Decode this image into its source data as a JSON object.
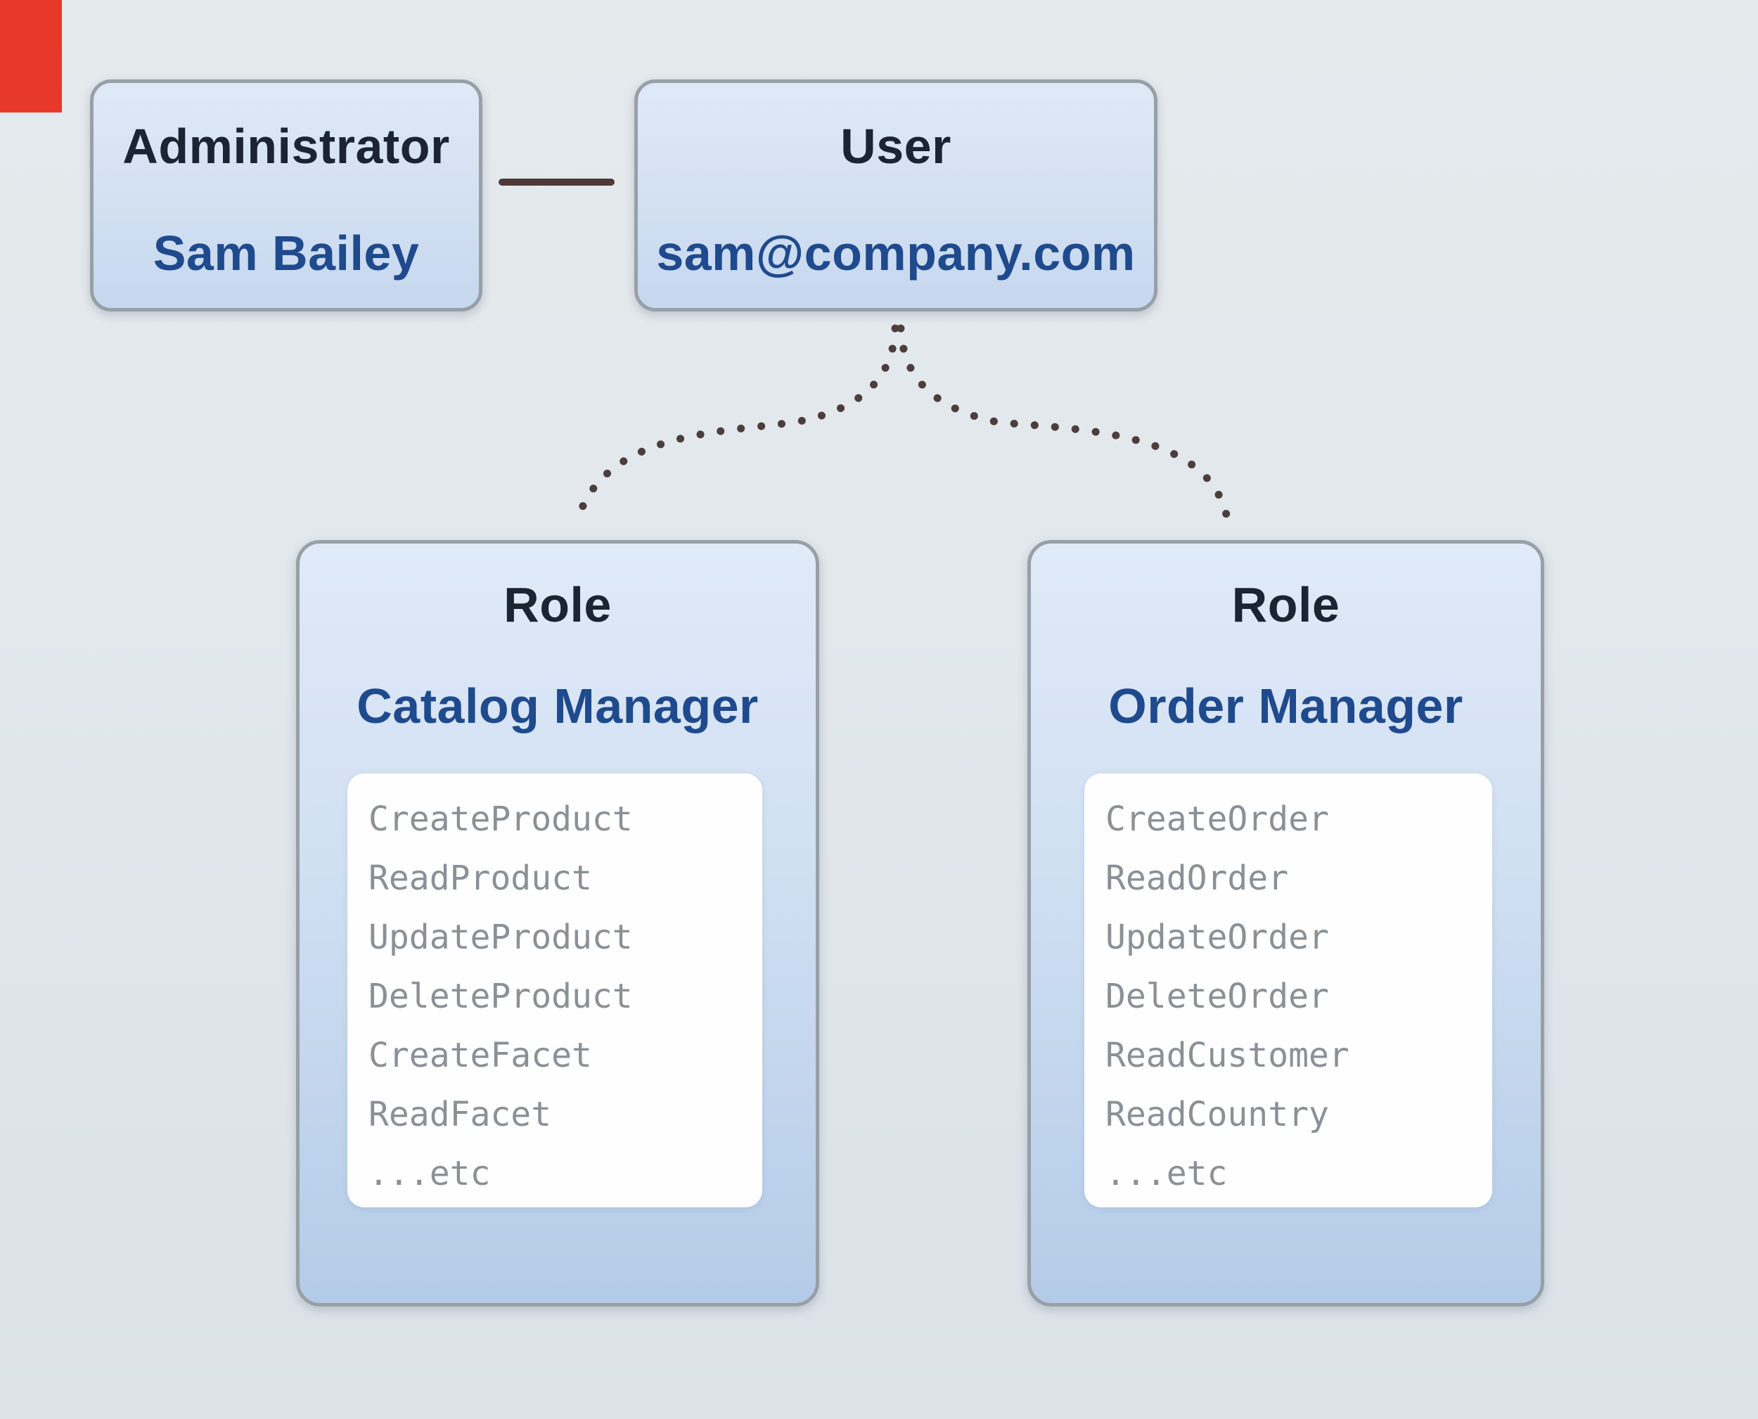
{
  "diagram": {
    "administrator": {
      "title": "Administrator",
      "subtitle": "Sam Bailey"
    },
    "user": {
      "title": "User",
      "subtitle": "sam@company.com"
    },
    "roles": [
      {
        "title": "Role",
        "subtitle": "Catalog Manager",
        "permissions": [
          "CreateProduct",
          "ReadProduct",
          "UpdateProduct",
          "DeleteProduct",
          "CreateFacet",
          "ReadFacet",
          "...etc"
        ]
      },
      {
        "title": "Role",
        "subtitle": "Order Manager",
        "permissions": [
          "CreateOrder",
          "ReadOrder",
          "UpdateOrder",
          "DeleteOrder",
          "ReadCustomer",
          "ReadCountry",
          "...etc"
        ]
      }
    ],
    "colors": {
      "background": "#e2e8ec",
      "node_fill_top": "#dfe9f7",
      "node_fill_bottom": "#b4cbe8",
      "node_border": "#98a0a7",
      "title_text": "#1b2432",
      "subtitle_text": "#1f4a8d",
      "permission_text": "#8a9096",
      "panel_fill": "#fefefe",
      "solid_connector": "#4e3a38",
      "dotted_connector": "#4c3e3c",
      "corner_marker": "#e8382b"
    }
  }
}
